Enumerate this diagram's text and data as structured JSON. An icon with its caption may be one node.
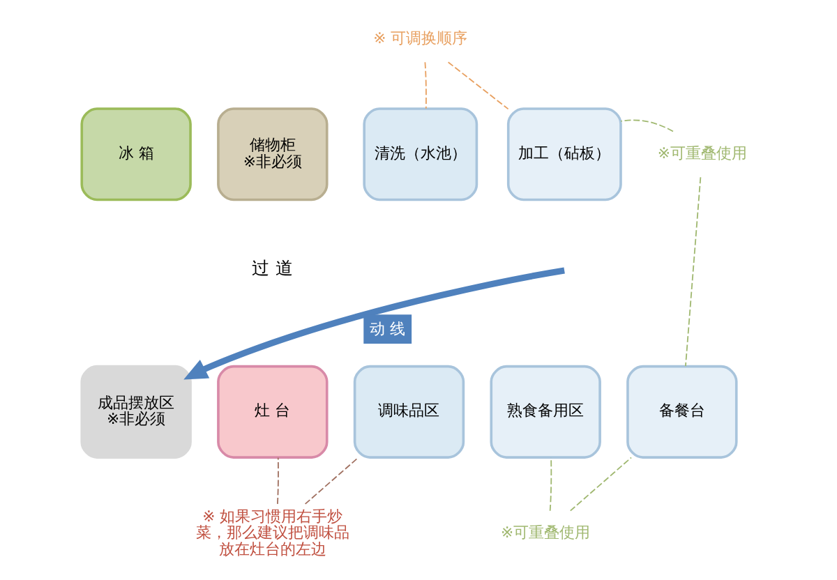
{
  "diagram": {
    "nodes": [
      {
        "text": [
          "冰 箱"
        ]
      },
      {
        "text": [
          "储物柜",
          "※非必须"
        ]
      },
      {
        "text": [
          "清洗（水池）"
        ]
      },
      {
        "text": [
          "加工（砧板）"
        ]
      },
      {
        "text": [
          "成品摆放区",
          "※非必须"
        ]
      },
      {
        "text": [
          "灶 台"
        ]
      },
      {
        "text": [
          "调味品区"
        ]
      },
      {
        "text": [
          "熟食备用区"
        ]
      },
      {
        "text": [
          "备餐台"
        ]
      },
      {
        "text": [
          "※ 可调换顺序"
        ]
      },
      {
        "text": [
          "※可重叠使用"
        ]
      },
      {
        "text": [
          "※ 如果习惯用右手炒菜，那么建议把调味品放在灶台的左边"
        ]
      },
      {
        "text": [
          "※可重叠使用"
        ]
      }
    ],
    "edges": [
      {
        "from": 9,
        "to": 2,
        "arrow": "none",
        "style": "dashed",
        "color": "#e8a060"
      },
      {
        "from": 9,
        "to": 3,
        "arrow": "none",
        "style": "dashed",
        "color": "#e8a060"
      },
      {
        "from": 10,
        "to": 3,
        "arrow": "none",
        "style": "dashed",
        "color": "#a0b870"
      },
      {
        "from": 10,
        "to": 8,
        "arrow": "none",
        "style": "dashed",
        "color": "#a0b870"
      },
      {
        "from": 11,
        "to": 5,
        "arrow": "none",
        "style": "dashed",
        "color": "#a07060"
      },
      {
        "from": 11,
        "to": 6,
        "arrow": "none",
        "style": "dashed",
        "color": "#a07060"
      },
      {
        "from": 12,
        "to": 7,
        "arrow": "none",
        "style": "dashed",
        "color": "#a0b870"
      },
      {
        "from": 12,
        "to": 8,
        "arrow": "none",
        "style": "dashed",
        "color": "#a0b870"
      },
      {
        "from": null,
        "to": 4,
        "arrow": "to",
        "style": "thick",
        "color": "#4f81bd",
        "label": "动 线"
      }
    ],
    "labels": [
      "过 道"
    ]
  }
}
